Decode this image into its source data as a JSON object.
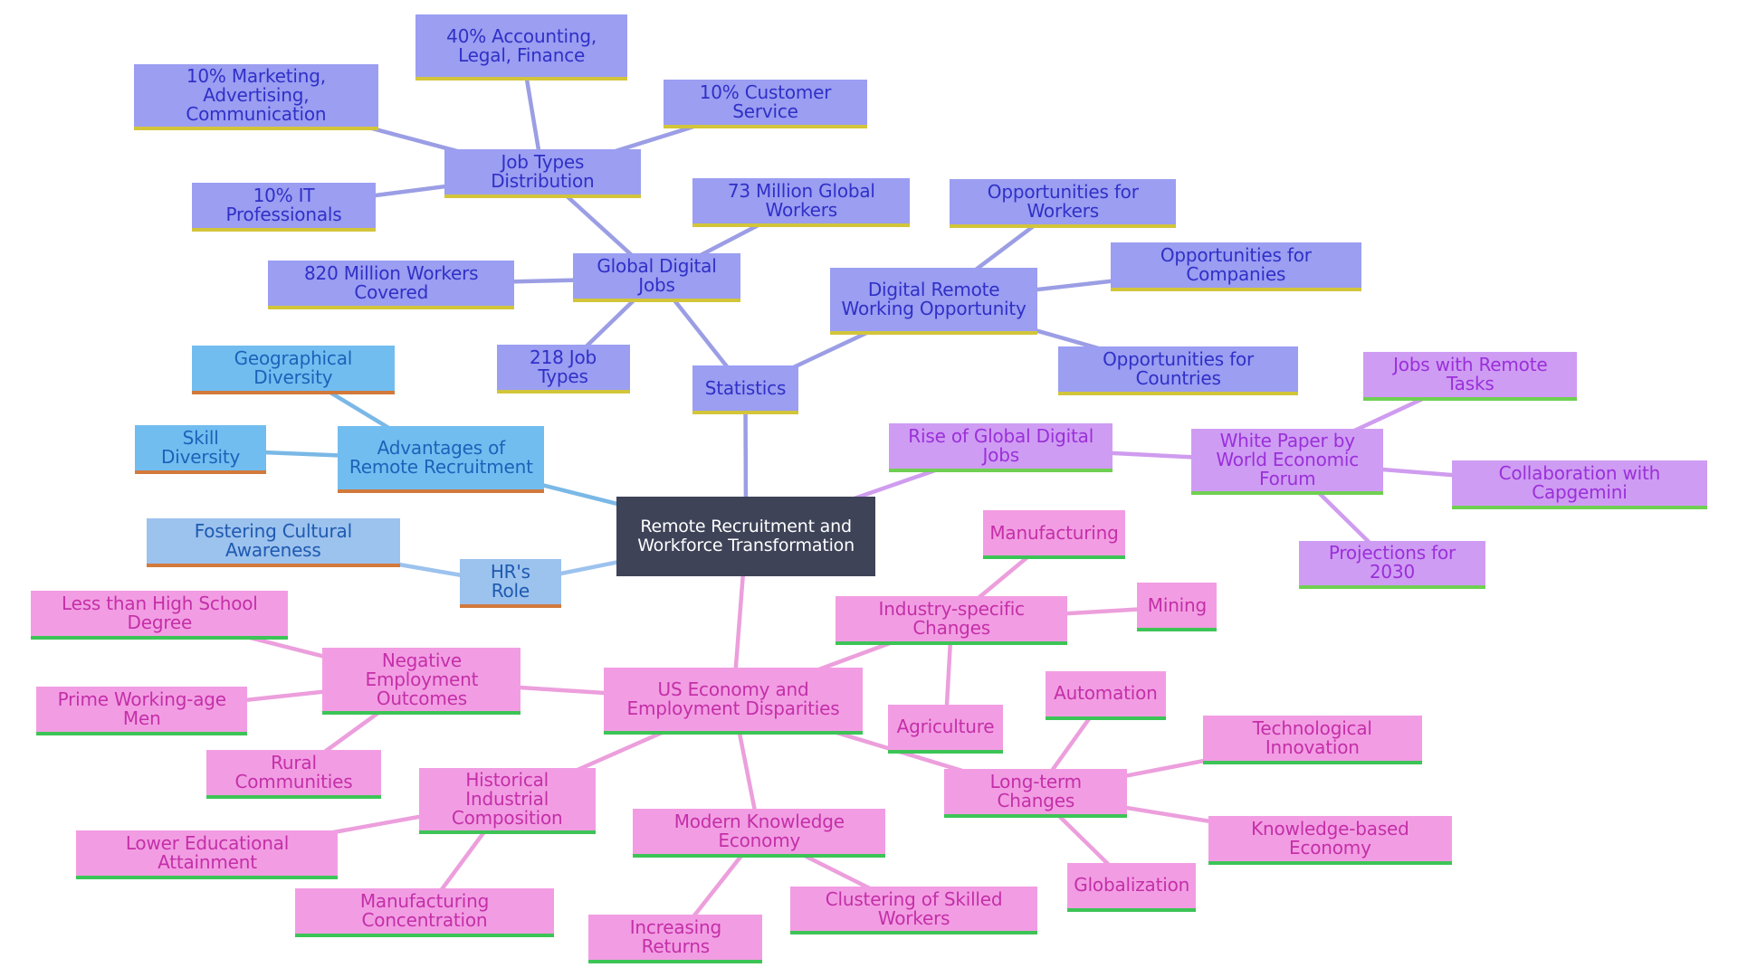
{
  "colors": {
    "root": {
      "fill": "#3e4358",
      "text": "#ffffff",
      "border": "#3e4358",
      "edge": "#8f96b0"
    },
    "stats": {
      "fill": "#9b9ef1",
      "text": "#3030c7",
      "border": "#d2c53a",
      "edge": "#9b9ee4"
    },
    "adv": {
      "fill": "#72bdf0",
      "text": "#1b63b8",
      "border": "#d2793c",
      "edge": "#7ab8e6"
    },
    "hr": {
      "fill": "#9cc2ee",
      "text": "#1e5ab0",
      "border": "#d2793c",
      "edge": "#9cc2ee"
    },
    "rise": {
      "fill": "#cf9cf3",
      "text": "#9a30d9",
      "border": "#6fcf52",
      "edge": "#cf9cef"
    },
    "us": {
      "fill": "#f29de3",
      "text": "#c42fa8",
      "border": "#3cc456",
      "edge": "#ec9fdc"
    }
  },
  "nodes": [
    {
      "id": "root",
      "label": "Remote Recruitment and Workforce Transformation",
      "group": "root"
    },
    {
      "id": "statistics",
      "label": "Statistics",
      "group": "stats"
    },
    {
      "id": "global-digital-jobs",
      "label": "Global Digital Jobs",
      "group": "stats"
    },
    {
      "id": "job-types-distribution",
      "label": "Job Types Distribution",
      "group": "stats"
    },
    {
      "id": "accounting",
      "label": "40% Accounting, Legal, Finance",
      "group": "stats"
    },
    {
      "id": "marketing",
      "label": "10% Marketing, Advertising, Communication",
      "group": "stats"
    },
    {
      "id": "customer-service",
      "label": "10% Customer Service",
      "group": "stats"
    },
    {
      "id": "it-professionals",
      "label": "10% IT Professionals",
      "group": "stats"
    },
    {
      "id": "global-workers",
      "label": "73 Million Global Workers",
      "group": "stats"
    },
    {
      "id": "workers-covered",
      "label": "820 Million Workers Covered",
      "group": "stats"
    },
    {
      "id": "job-types",
      "label": "218 Job Types",
      "group": "stats"
    },
    {
      "id": "digital-remote",
      "label": "Digital Remote Working Opportunity",
      "group": "stats"
    },
    {
      "id": "opp-workers",
      "label": "Opportunities for Workers",
      "group": "stats"
    },
    {
      "id": "opp-companies",
      "label": "Opportunities for Companies",
      "group": "stats"
    },
    {
      "id": "opp-countries",
      "label": "Opportunities for Countries",
      "group": "stats"
    },
    {
      "id": "advantages",
      "label": "Advantages of Remote Recruitment",
      "group": "adv"
    },
    {
      "id": "geo-diversity",
      "label": "Geographical Diversity",
      "group": "adv"
    },
    {
      "id": "skill-diversity",
      "label": "Skill Diversity",
      "group": "adv"
    },
    {
      "id": "hr-role",
      "label": "HR's Role",
      "group": "hr"
    },
    {
      "id": "cultural-awareness",
      "label": "Fostering Cultural Awareness",
      "group": "hr"
    },
    {
      "id": "rise-global",
      "label": "Rise of Global Digital Jobs",
      "group": "rise"
    },
    {
      "id": "white-paper",
      "label": "White Paper by World Economic Forum",
      "group": "rise"
    },
    {
      "id": "remote-tasks",
      "label": "Jobs with Remote Tasks",
      "group": "rise"
    },
    {
      "id": "capgemini",
      "label": "Collaboration with Capgemini",
      "group": "rise"
    },
    {
      "id": "projections",
      "label": "Projections for 2030",
      "group": "rise"
    },
    {
      "id": "us-economy",
      "label": "US Economy and Employment Disparities",
      "group": "us"
    },
    {
      "id": "industry-changes",
      "label": "Industry-specific Changes",
      "group": "us"
    },
    {
      "id": "manufacturing",
      "label": "Manufacturing",
      "group": "us"
    },
    {
      "id": "mining",
      "label": "Mining",
      "group": "us"
    },
    {
      "id": "agriculture",
      "label": "Agriculture",
      "group": "us"
    },
    {
      "id": "negative-outcomes",
      "label": "Negative Employment Outcomes",
      "group": "us"
    },
    {
      "id": "less-high-school",
      "label": "Less than High School Degree",
      "group": "us"
    },
    {
      "id": "prime-men",
      "label": "Prime Working-age Men",
      "group": "us"
    },
    {
      "id": "rural",
      "label": "Rural Communities",
      "group": "us"
    },
    {
      "id": "historical",
      "label": "Historical Industrial Composition",
      "group": "us"
    },
    {
      "id": "lower-education",
      "label": "Lower Educational Attainment",
      "group": "us"
    },
    {
      "id": "manufacturing-conc",
      "label": "Manufacturing Concentration",
      "group": "us"
    },
    {
      "id": "knowledge-economy",
      "label": "Modern Knowledge Economy",
      "group": "us"
    },
    {
      "id": "increasing-returns",
      "label": "Increasing Returns",
      "group": "us"
    },
    {
      "id": "clustering",
      "label": "Clustering of Skilled Workers",
      "group": "us"
    },
    {
      "id": "long-term",
      "label": "Long-term Changes",
      "group": "us"
    },
    {
      "id": "automation",
      "label": "Automation",
      "group": "us"
    },
    {
      "id": "tech-innovation",
      "label": "Technological Innovation",
      "group": "us"
    },
    {
      "id": "knowledge-based",
      "label": "Knowledge-based Economy",
      "group": "us"
    },
    {
      "id": "globalization",
      "label": "Globalization",
      "group": "us"
    }
  ],
  "edges": [
    [
      "root",
      "statistics"
    ],
    [
      "statistics",
      "global-digital-jobs"
    ],
    [
      "global-digital-jobs",
      "job-types-distribution"
    ],
    [
      "job-types-distribution",
      "accounting"
    ],
    [
      "job-types-distribution",
      "marketing"
    ],
    [
      "job-types-distribution",
      "customer-service"
    ],
    [
      "job-types-distribution",
      "it-professionals"
    ],
    [
      "global-digital-jobs",
      "global-workers"
    ],
    [
      "global-digital-jobs",
      "workers-covered"
    ],
    [
      "global-digital-jobs",
      "job-types"
    ],
    [
      "statistics",
      "digital-remote"
    ],
    [
      "digital-remote",
      "opp-workers"
    ],
    [
      "digital-remote",
      "opp-companies"
    ],
    [
      "digital-remote",
      "opp-countries"
    ],
    [
      "root",
      "advantages"
    ],
    [
      "advantages",
      "geo-diversity"
    ],
    [
      "advantages",
      "skill-diversity"
    ],
    [
      "root",
      "hr-role"
    ],
    [
      "hr-role",
      "cultural-awareness"
    ],
    [
      "root",
      "rise-global"
    ],
    [
      "rise-global",
      "white-paper"
    ],
    [
      "white-paper",
      "remote-tasks"
    ],
    [
      "white-paper",
      "capgemini"
    ],
    [
      "white-paper",
      "projections"
    ],
    [
      "root",
      "us-economy"
    ],
    [
      "us-economy",
      "industry-changes"
    ],
    [
      "industry-changes",
      "manufacturing"
    ],
    [
      "industry-changes",
      "mining"
    ],
    [
      "industry-changes",
      "agriculture"
    ],
    [
      "us-economy",
      "negative-outcomes"
    ],
    [
      "negative-outcomes",
      "less-high-school"
    ],
    [
      "negative-outcomes",
      "prime-men"
    ],
    [
      "negative-outcomes",
      "rural"
    ],
    [
      "us-economy",
      "historical"
    ],
    [
      "historical",
      "lower-education"
    ],
    [
      "historical",
      "manufacturing-conc"
    ],
    [
      "us-economy",
      "knowledge-economy"
    ],
    [
      "knowledge-economy",
      "increasing-returns"
    ],
    [
      "knowledge-economy",
      "clustering"
    ],
    [
      "us-economy",
      "long-term"
    ],
    [
      "long-term",
      "automation"
    ],
    [
      "long-term",
      "tech-innovation"
    ],
    [
      "long-term",
      "knowledge-based"
    ],
    [
      "long-term",
      "globalization"
    ]
  ]
}
